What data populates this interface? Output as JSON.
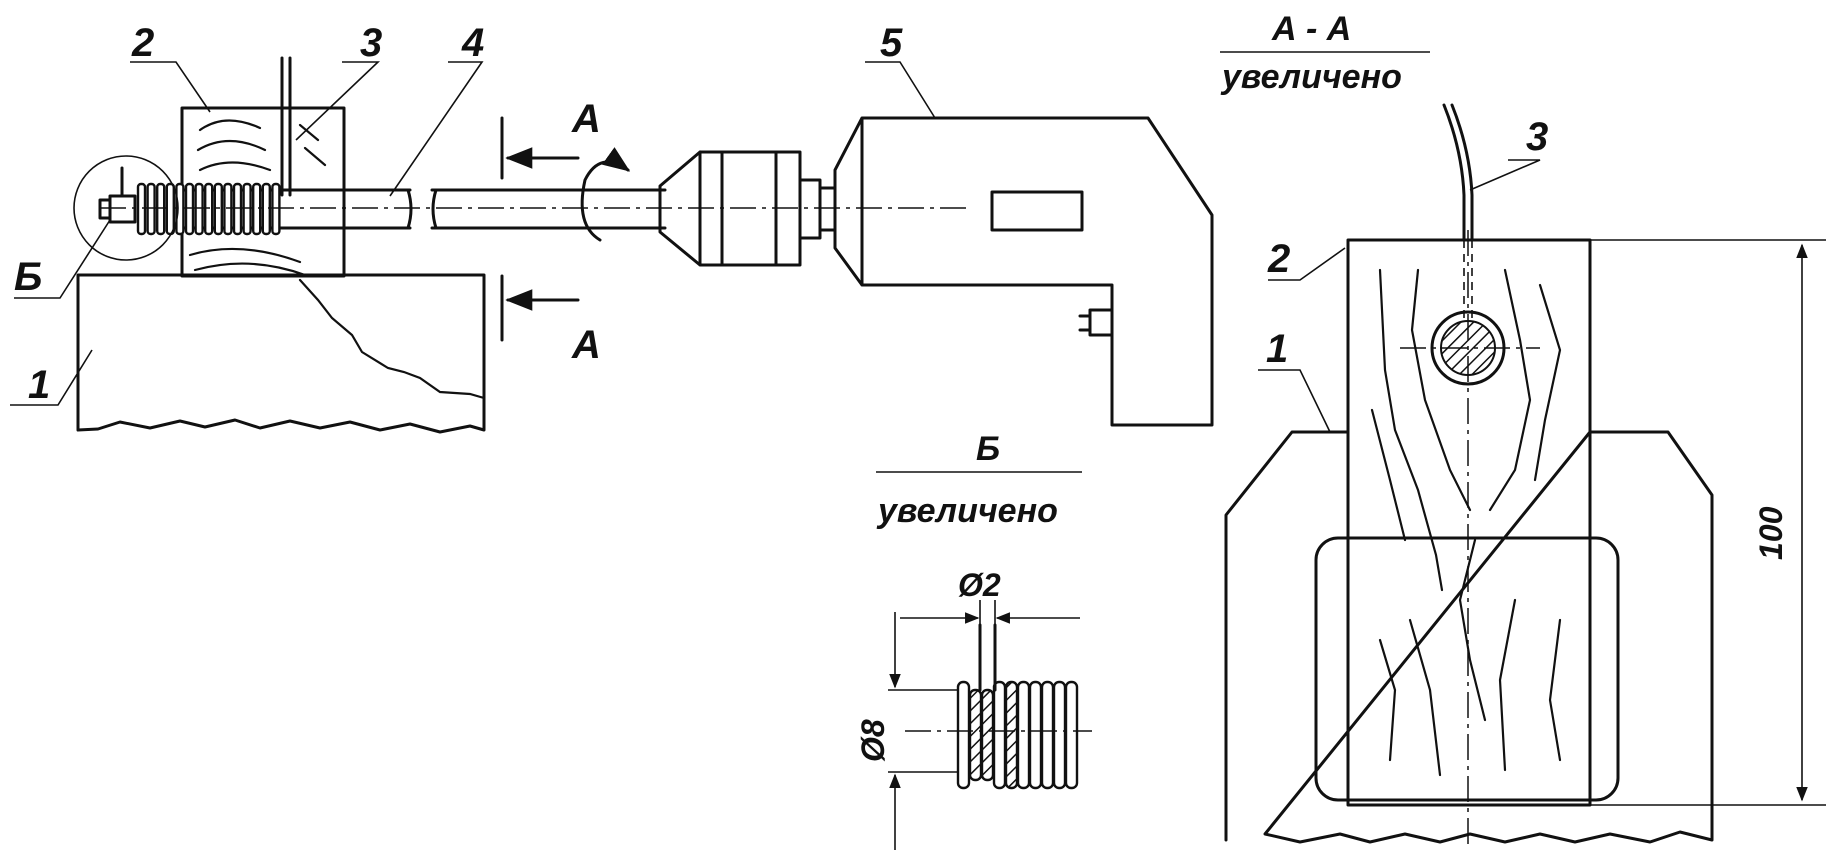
{
  "labels": {
    "part1": "1",
    "part2": "2",
    "part3": "3",
    "part4": "4",
    "part5": "5",
    "detail_b": "Б",
    "section_a_top": "А",
    "section_a_bottom": "А"
  },
  "section_aa": {
    "title": "А - А",
    "subtitle": "увеличено",
    "part1": "1",
    "part2": "2",
    "part3": "3",
    "height_dim": "100"
  },
  "detail_b": {
    "title": "Б",
    "subtitle": "увеличено",
    "wire_dim": "Ø2",
    "coil_dim": "Ø8"
  }
}
